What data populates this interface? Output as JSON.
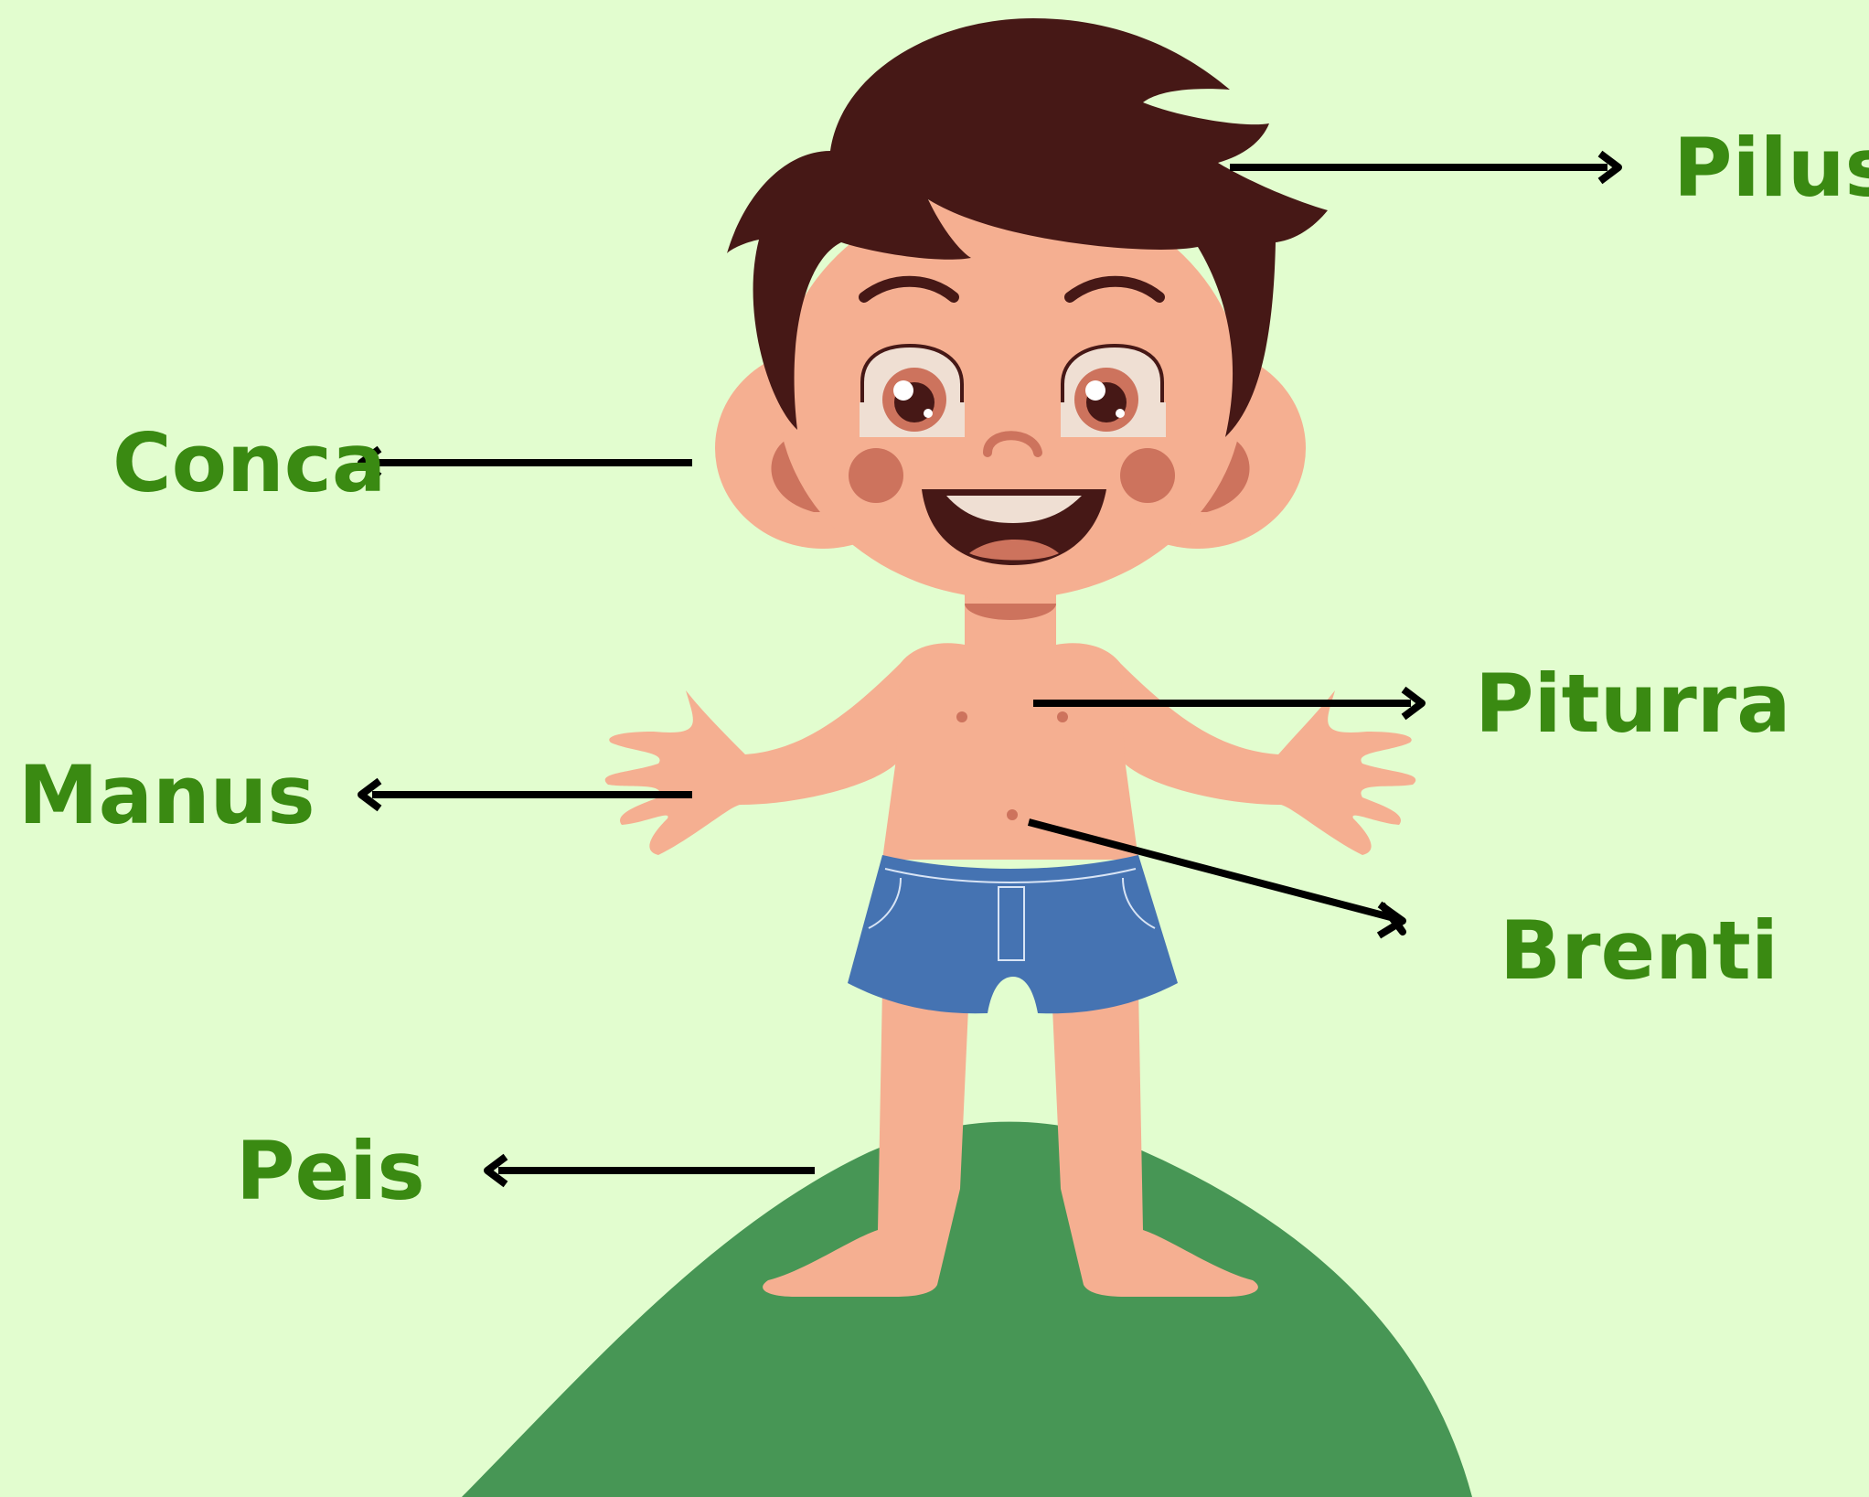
{
  "colors": {
    "background": "#e2fdcf",
    "label": "#3a8a12",
    "arrow": "#000000",
    "hill": "#479655",
    "skin": "#f5af91",
    "skin_shadow": "#cd735d",
    "hair": "#461816",
    "shorts": "#4573b2"
  },
  "labels": {
    "hair": "Pilus",
    "ear": "Conca",
    "chest": "Piturra",
    "hand": "Manus",
    "belly": "Brenti",
    "foot": "Peis"
  }
}
